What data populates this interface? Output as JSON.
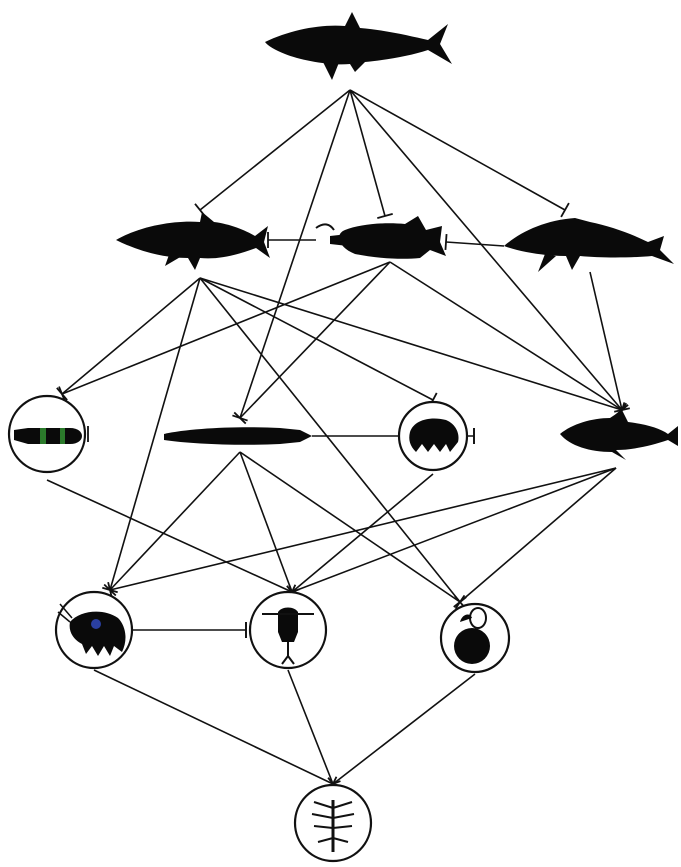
{
  "diagram": {
    "type": "food-web",
    "nodes": [
      {
        "id": "shark",
        "icon": "shark-icon",
        "framed": false
      },
      {
        "id": "fish-a",
        "icon": "fish-icon",
        "framed": false
      },
      {
        "id": "fish-b",
        "icon": "spiny-fish-icon",
        "framed": false
      },
      {
        "id": "fish-c",
        "icon": "sturgeon-icon",
        "framed": false
      },
      {
        "id": "larva",
        "icon": "fish-larva-icon",
        "framed": true
      },
      {
        "id": "sand-eel",
        "icon": "eel-fish-icon",
        "framed": false
      },
      {
        "id": "amphipod",
        "icon": "amphipod-icon",
        "framed": true
      },
      {
        "id": "small-fish",
        "icon": "small-fish-icon",
        "framed": false
      },
      {
        "id": "krill",
        "icon": "krill-icon",
        "framed": true
      },
      {
        "id": "copepod",
        "icon": "copepod-icon",
        "framed": true
      },
      {
        "id": "ctenophore",
        "icon": "comb-jelly-icon",
        "framed": true
      },
      {
        "id": "phytoplankton",
        "icon": "phytoplankton-icon",
        "framed": true
      }
    ],
    "edges": [
      [
        "shark",
        "fish-a"
      ],
      [
        "shark",
        "fish-b"
      ],
      [
        "shark",
        "fish-c"
      ],
      [
        "shark",
        "sand-eel"
      ],
      [
        "shark",
        "small-fish"
      ],
      [
        "fish-b",
        "fish-a"
      ],
      [
        "fish-c",
        "fish-b"
      ],
      [
        "fish-a",
        "larva"
      ],
      [
        "fish-a",
        "amphipod"
      ],
      [
        "fish-a",
        "small-fish"
      ],
      [
        "fish-a",
        "krill"
      ],
      [
        "fish-a",
        "ctenophore"
      ],
      [
        "fish-b",
        "larva"
      ],
      [
        "fish-b",
        "sand-eel"
      ],
      [
        "fish-b",
        "small-fish"
      ],
      [
        "fish-c",
        "small-fish"
      ],
      [
        "sand-eel",
        "amphipod"
      ],
      [
        "sand-eel",
        "krill"
      ],
      [
        "sand-eel",
        "copepod"
      ],
      [
        "sand-eel",
        "ctenophore"
      ],
      [
        "larva",
        "copepod"
      ],
      [
        "amphipod",
        "copepod"
      ],
      [
        "small-fish",
        "copepod"
      ],
      [
        "small-fish",
        "ctenophore"
      ],
      [
        "small-fish",
        "krill"
      ],
      [
        "krill",
        "copepod"
      ],
      [
        "krill",
        "phytoplankton"
      ],
      [
        "copepod",
        "phytoplankton"
      ],
      [
        "ctenophore",
        "phytoplankton"
      ]
    ]
  }
}
